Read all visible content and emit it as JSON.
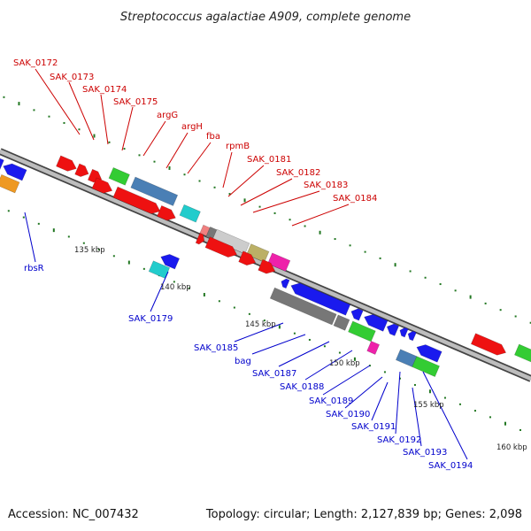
{
  "title": "Streptococcus agalactiae A909, complete genome",
  "accession": "Accession: NC_007432",
  "topology": "Topology: circular; Length: 2,127,839 bp; Genes: 2,098",
  "ticks": [
    "135 kbp",
    "140 kbp",
    "145 kbp",
    "150 kbp",
    "155 kbp",
    "160 kbp"
  ],
  "genes_forward": [
    "SAK_0172",
    "SAK_0173",
    "SAK_0174",
    "SAK_0175",
    "argG",
    "argH",
    "fba",
    "rpmB",
    "SAK_0181",
    "SAK_0182",
    "SAK_0183",
    "SAK_0184"
  ],
  "genes_reverse": [
    "rbsR",
    "SAK_0179",
    "SAK_0185",
    "bag",
    "SAK_0187",
    "SAK_0188",
    "SAK_0189",
    "SAK_0190",
    "SAK_0191",
    "SAK_0192",
    "SAK_0193",
    "SAK_0194"
  ],
  "colors": {
    "forward_label": "#cc0000",
    "reverse_label": "#0000cc",
    "red": "#ee1111",
    "blue": "#1a1aee",
    "green": "#33cc33",
    "steelblue": "#4a7fb5",
    "cyan": "#22cccc",
    "gray": "#777777",
    "lightgray": "#cccccc",
    "olive": "#bbb066",
    "magenta": "#ee22aa",
    "orange": "#ee9922",
    "tick": "#227722",
    "backbone": "#888888"
  }
}
